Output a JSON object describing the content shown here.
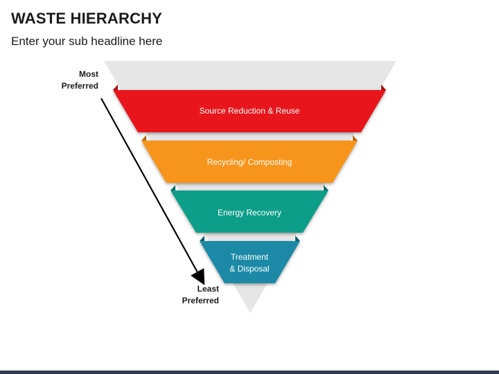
{
  "header": {
    "title": "WASTE HIERARCHY",
    "subtitle": "Enter your sub headline here"
  },
  "axis": {
    "most_line1": "Most",
    "most_line2": "Preferred",
    "least_line1": "Least",
    "least_line2": "Preferred"
  },
  "levels": [
    {
      "line1": "Source Reduction & Reuse",
      "line2": "",
      "color": "#e8141a"
    },
    {
      "line1": "Recycling/ Composting",
      "line2": "",
      "color": "#f7941d"
    },
    {
      "line1": "Energy Recovery",
      "line2": "",
      "color": "#0f9e8a"
    },
    {
      "line1": "Treatment",
      "line2": "& Disposal",
      "color": "#1a8aa6"
    }
  ],
  "colors": {
    "background_triangle": "#e6e6e6",
    "arrow": "#000000"
  }
}
